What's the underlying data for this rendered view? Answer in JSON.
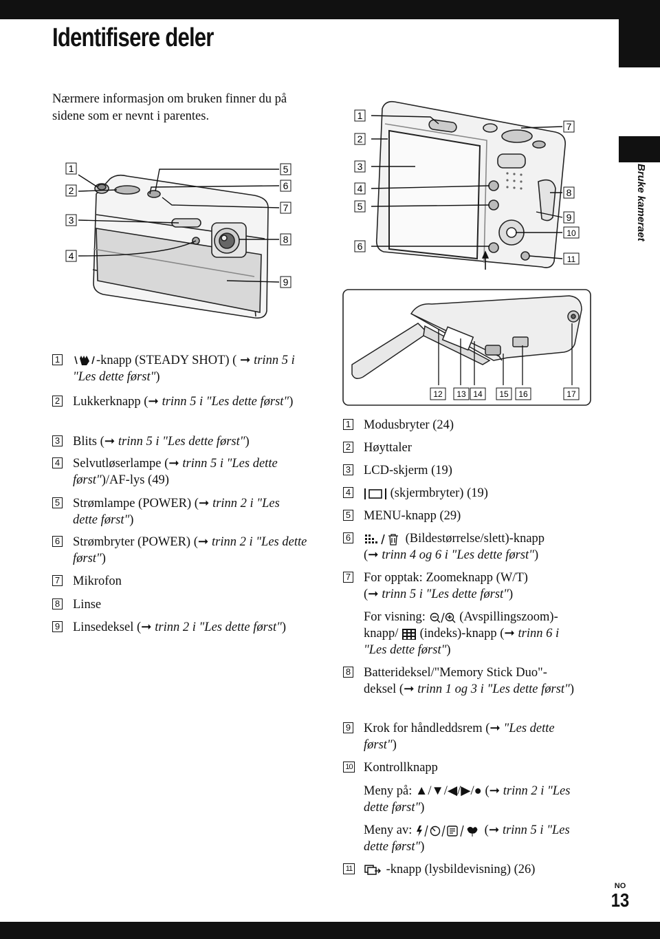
{
  "page": {
    "title": "Identifisere deler",
    "intro": "Nærmere informasjon om bruken finner du på sidene som er nevnt i parentes.",
    "side_label": "Bruke kameraet",
    "page_lang": "NO",
    "page_number": "13"
  },
  "callouts": {
    "front": [
      "1",
      "2",
      "3",
      "4",
      "5",
      "6",
      "7",
      "8",
      "9"
    ],
    "back": [
      "1",
      "2",
      "3",
      "4",
      "5",
      "6",
      "7",
      "8",
      "9",
      "10",
      "11"
    ],
    "bottom": [
      "12",
      "13",
      "14",
      "15",
      "16",
      "17"
    ]
  },
  "left_list": [
    {
      "num": "1",
      "t1": "-knapp (STEADY SHOT) (",
      "i1": "trinn 5 i \"Les dette først\"",
      "t2": ")"
    },
    {
      "num": "2",
      "t1": "Lukkerknapp (",
      "i1": "trinn 5 i \"Les dette først\"",
      "t2": ")"
    },
    {
      "num": "3",
      "t1": "Blits (",
      "i1": "trinn 5 i \"Les dette først\"",
      "t2": ")"
    },
    {
      "num": "4",
      "t1": "Selvutløserlampe (",
      "i1": "trinn 5 i \"Les dette først\"",
      "t2": ")/AF-lys (49)"
    },
    {
      "num": "5",
      "t1": "Strømlampe (POWER) (",
      "i1": "trinn 2 i \"Les dette først\"",
      "t2": ")"
    },
    {
      "num": "6",
      "t1": "Strømbryter (POWER) (",
      "i1": "trinn 2 i \"Les dette først\"",
      "t2": ")"
    },
    {
      "num": "7",
      "t1": "Mikrofon"
    },
    {
      "num": "8",
      "t1": "Linse"
    },
    {
      "num": "9",
      "t1": "Linsedeksel (",
      "i1": "trinn 2 i \"Les dette først\"",
      "t2": ")"
    }
  ],
  "right_list": [
    {
      "num": "1",
      "t1": "Modusbryter (24)"
    },
    {
      "num": "2",
      "t1": "Høyttaler"
    },
    {
      "num": "3",
      "t1": "LCD-skjerm (19)"
    },
    {
      "num": "4",
      "t1": "(skjermbryter) (19)"
    },
    {
      "num": "5",
      "t1": "MENU-knapp (29)"
    },
    {
      "num": "6",
      "t1": "(Bildestørrelse/slett)-knapp",
      "t2": "(",
      "i1": "trinn 4 og 6 i \"Les dette først\"",
      "t3": ")"
    },
    {
      "num": "7",
      "t1": "For opptak: Zoomeknapp (W/T)",
      "t2": "(",
      "i1": "trinn 5 i \"Les dette først\"",
      "t3": ")"
    },
    {
      "t1": "For visning:",
      "t2": "(Avspillingszoom)-knapp/",
      "t3": "(indeks)-knapp (",
      "i1": "trinn 6 i \"Les dette først\"",
      "t4": ")"
    },
    {
      "num": "8",
      "t1": "Batterideksel/\"Memory Stick Duo\"-deksel (",
      "i1": "trinn 1 og 3 i \"Les dette først\"",
      "t2": ")"
    },
    {
      "num": "9",
      "t1": "Krok for håndleddsrem (",
      "i1": "\"Les dette først\"",
      "t2": ")"
    },
    {
      "num": "10",
      "t1": "Kontrollknapp"
    },
    {
      "t1": "Meny på: ▲/▼/◀/▶/● (",
      "i1": "trinn 2 i \"Les dette først\"",
      "t2": ")"
    },
    {
      "t1": "Meny av:",
      "t2": "(",
      "i1": "trinn 5 i \"Les dette først\"",
      "t3": ")"
    },
    {
      "num": "11",
      "t1": "-knapp (lysbildevisning) (26)"
    }
  ]
}
